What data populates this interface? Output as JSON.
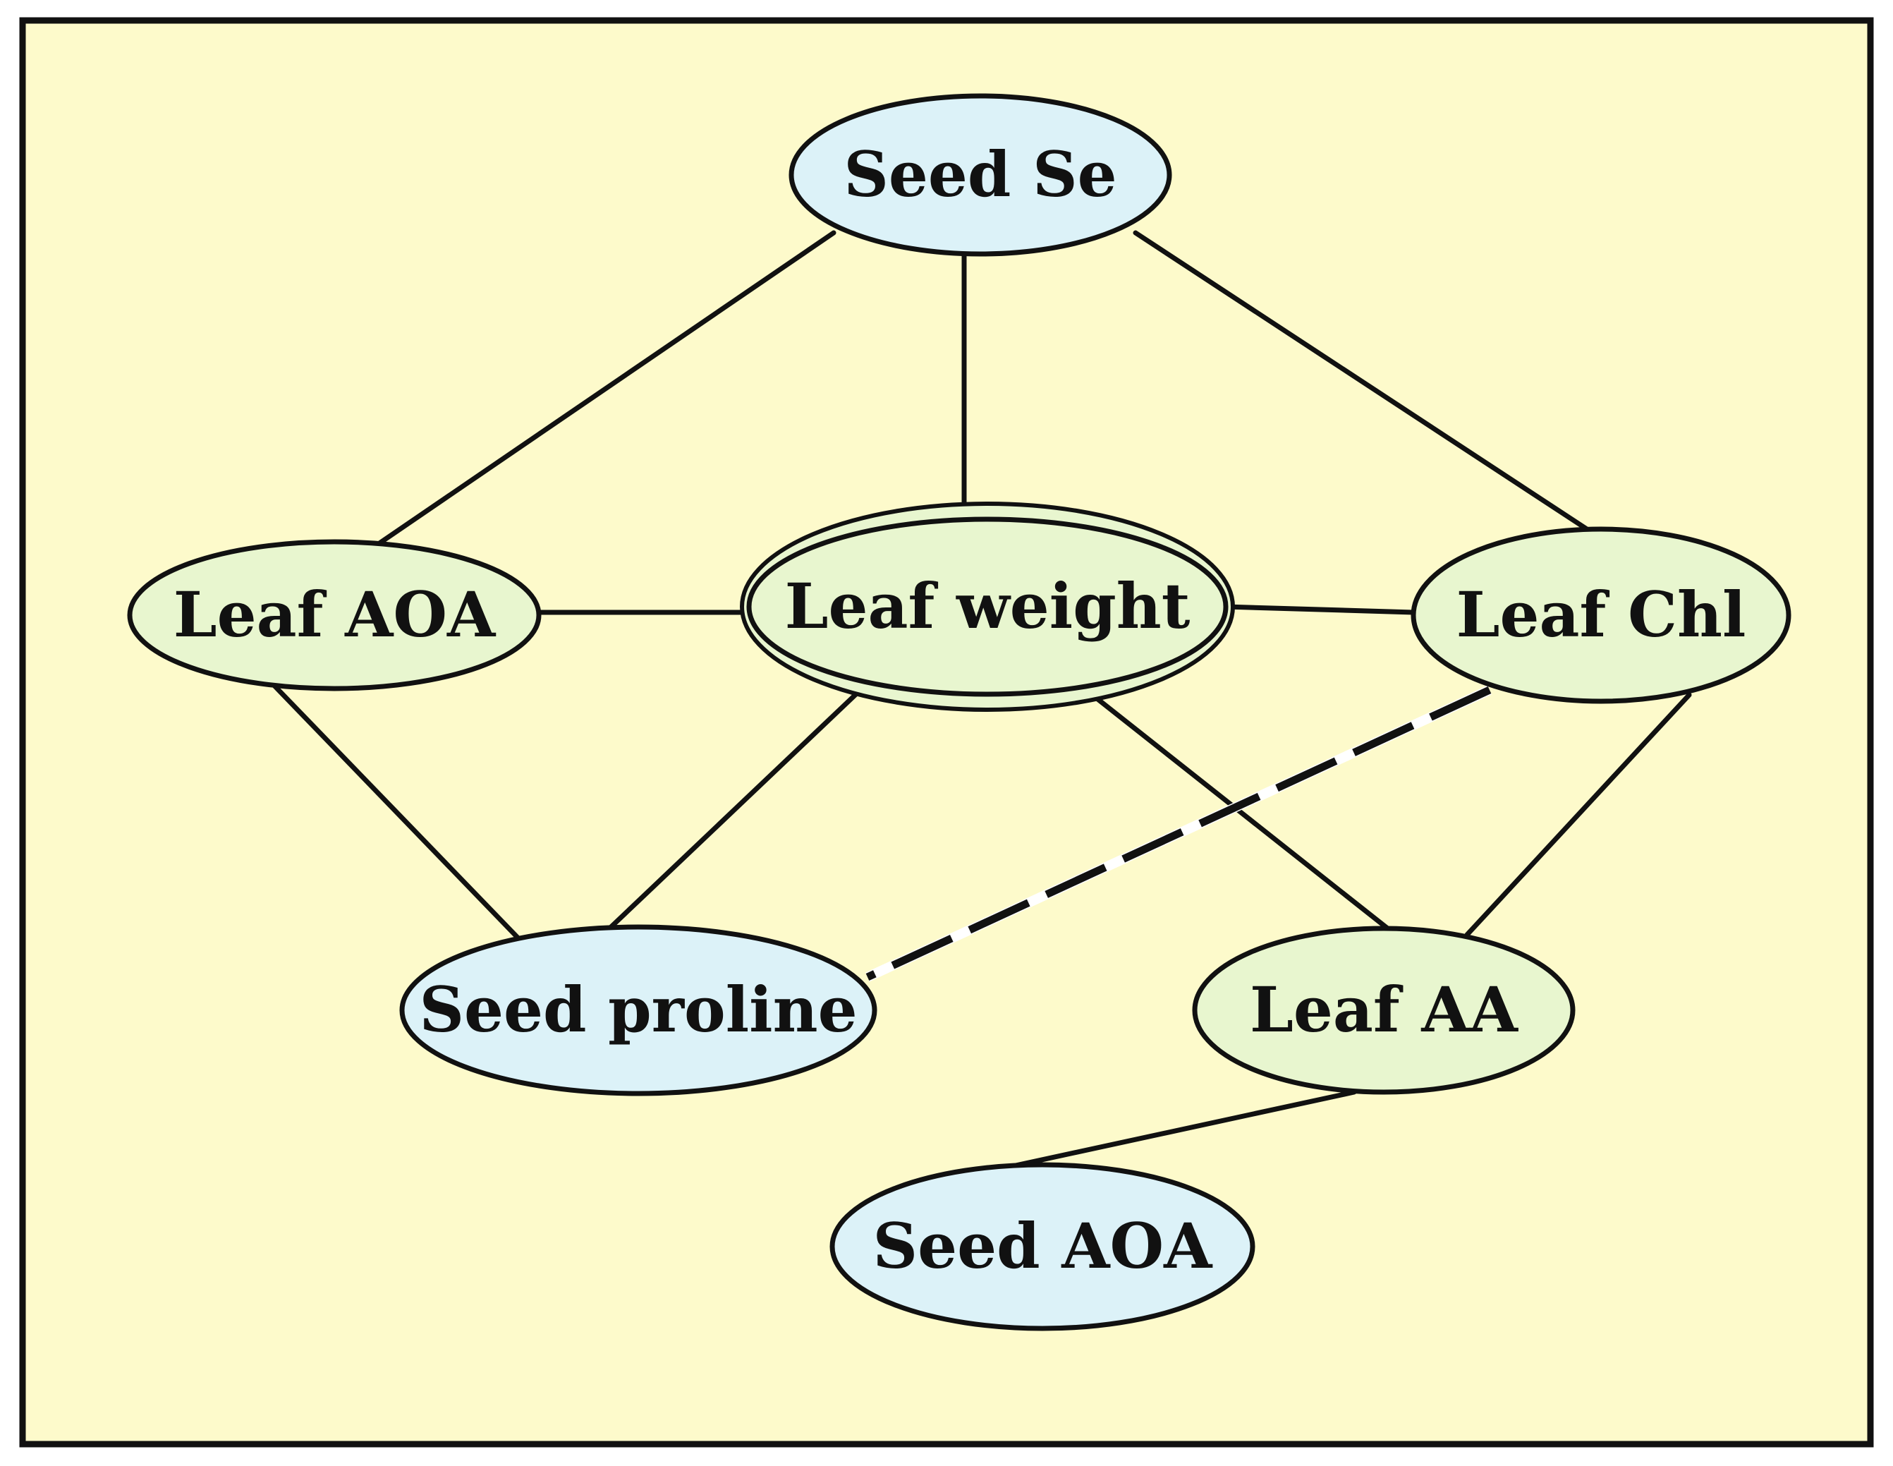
{
  "colors": {
    "background": "#fdfacb",
    "frame": "#111111",
    "seed_node_fill": "#dcf2f8",
    "leaf_node_fill": "#e8f6cf",
    "edge": "#111111",
    "dashed_gap": "#ffffff"
  },
  "nodes": [
    {
      "id": "seed-se",
      "label": "Seed Se",
      "group": "seed"
    },
    {
      "id": "leaf-aoa",
      "label": "Leaf AOA",
      "group": "leaf"
    },
    {
      "id": "leaf-weight",
      "label": "Leaf weight",
      "group": "leaf",
      "central": true
    },
    {
      "id": "leaf-chl",
      "label": "Leaf Chl",
      "group": "leaf"
    },
    {
      "id": "seed-proline",
      "label": "Seed proline",
      "group": "seed"
    },
    {
      "id": "leaf-aa",
      "label": "Leaf AA",
      "group": "leaf"
    },
    {
      "id": "seed-aoa",
      "label": "Seed AOA",
      "group": "seed"
    }
  ],
  "edges": [
    {
      "from": "seed-se",
      "to": "leaf-aoa",
      "style": "solid"
    },
    {
      "from": "seed-se",
      "to": "leaf-weight",
      "style": "solid"
    },
    {
      "from": "seed-se",
      "to": "leaf-chl",
      "style": "solid"
    },
    {
      "from": "leaf-aoa",
      "to": "leaf-weight",
      "style": "solid"
    },
    {
      "from": "leaf-weight",
      "to": "leaf-chl",
      "style": "solid"
    },
    {
      "from": "leaf-aoa",
      "to": "seed-proline",
      "style": "solid"
    },
    {
      "from": "leaf-weight",
      "to": "seed-proline",
      "style": "solid"
    },
    {
      "from": "leaf-weight",
      "to": "leaf-aa",
      "style": "solid"
    },
    {
      "from": "leaf-chl",
      "to": "leaf-aa",
      "style": "solid"
    },
    {
      "from": "leaf-chl",
      "to": "seed-proline",
      "style": "dashed"
    },
    {
      "from": "leaf-aa",
      "to": "seed-aoa",
      "style": "solid"
    }
  ]
}
